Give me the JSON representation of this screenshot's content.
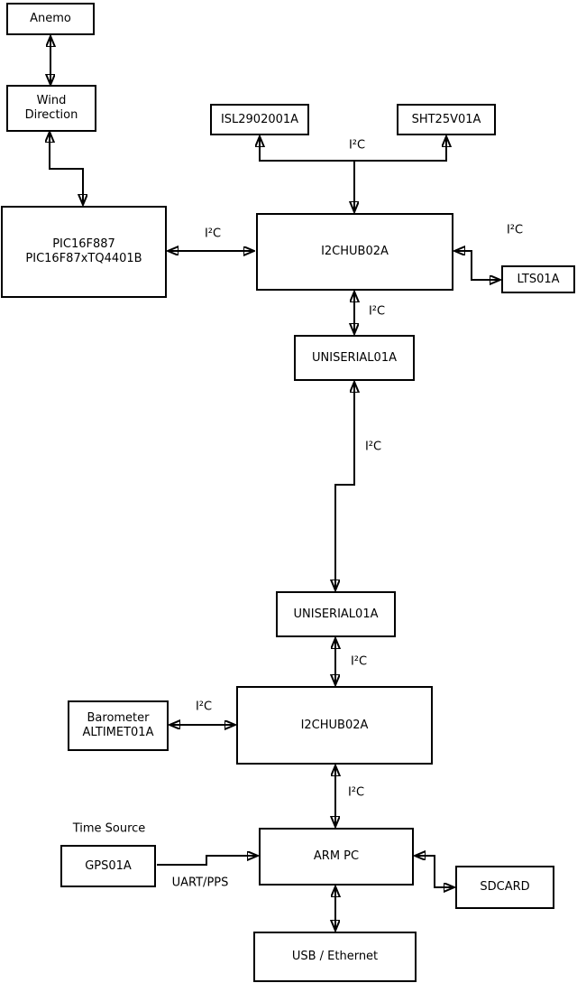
{
  "diagram": {
    "colors": {
      "background": "#ffffff",
      "line": "#000000",
      "box_fill": "#ffffff",
      "text": "#000000"
    },
    "nodes": {
      "anemo": {
        "label": "Anemo"
      },
      "wind_direction": {
        "label": "Wind\nDirection"
      },
      "pic": {
        "label": "PIC16F887\nPIC16F87xTQ4401B"
      },
      "isl": {
        "label": "ISL2902001A"
      },
      "sht": {
        "label": "SHT25V01A"
      },
      "i2chub_top": {
        "label": "I2CHUB02A"
      },
      "lts": {
        "label": "LTS01A"
      },
      "uniserial_top": {
        "label": "UNISERIAL01A"
      },
      "uniserial_bottom": {
        "label": "UNISERIAL01A"
      },
      "i2chub_bottom": {
        "label": "I2CHUB02A"
      },
      "barometer": {
        "label": "Barometer\nALTIMET01A"
      },
      "gps": {
        "label": "GPS01A"
      },
      "arm_pc": {
        "label": "ARM PC"
      },
      "sdcard": {
        "label": "SDCARD"
      },
      "usb_ethernet": {
        "label": "USB / Ethernet"
      }
    },
    "edge_labels": {
      "i2c_pic_hub": "I²C",
      "i2c_sensor_branch": "I²C",
      "i2c_lts": "I²C",
      "i2c_hub_uniserial": "I²C",
      "i2c_uniserial_link": "I²C",
      "i2c_uniserial_hub2": "I²C",
      "i2c_barometer": "I²C",
      "i2c_hub2_arm": "I²C",
      "time_source": "Time Source",
      "uart_pps": "UART/PPS"
    },
    "edges": [
      {
        "from": "anemo",
        "to": "wind_direction",
        "direction": "both",
        "label": ""
      },
      {
        "from": "wind_direction",
        "to": "pic",
        "direction": "both",
        "label": ""
      },
      {
        "from": "pic",
        "to": "i2chub_top",
        "direction": "both",
        "label": "I²C"
      },
      {
        "from": "i2chub_top",
        "to": "isl",
        "direction": "both",
        "label": "I²C"
      },
      {
        "from": "i2chub_top",
        "to": "sht",
        "direction": "both",
        "label": "I²C"
      },
      {
        "from": "i2chub_top",
        "to": "lts",
        "direction": "both",
        "label": "I²C"
      },
      {
        "from": "i2chub_top",
        "to": "uniserial_top",
        "direction": "both",
        "label": "I²C"
      },
      {
        "from": "uniserial_top",
        "to": "uniserial_bottom",
        "direction": "both",
        "label": "I²C"
      },
      {
        "from": "uniserial_bottom",
        "to": "i2chub_bottom",
        "direction": "both",
        "label": "I²C"
      },
      {
        "from": "barometer",
        "to": "i2chub_bottom",
        "direction": "both",
        "label": "I²C"
      },
      {
        "from": "i2chub_bottom",
        "to": "arm_pc",
        "direction": "both",
        "label": "I²C"
      },
      {
        "from": "gps",
        "to": "arm_pc",
        "direction": "to",
        "label": "UART/PPS"
      },
      {
        "from": "arm_pc",
        "to": "sdcard",
        "direction": "both",
        "label": ""
      },
      {
        "from": "arm_pc",
        "to": "usb_ethernet",
        "direction": "both",
        "label": ""
      }
    ]
  }
}
